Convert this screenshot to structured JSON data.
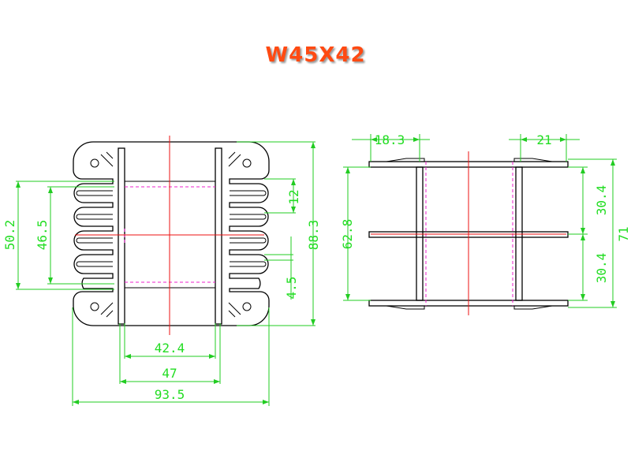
{
  "title": "W45X42",
  "front_view": {
    "dims": {
      "inner_width": "42.4",
      "outer_width": "47",
      "overall_width": "93.5",
      "fin_pitch": "12",
      "overall_height": "88.3",
      "gap": "4.5",
      "height_50": "50.2",
      "height_46": "46.5"
    }
  },
  "side_view": {
    "dims": {
      "left_offset": "18.3",
      "right_offset": "21",
      "upper_span": "30.4",
      "lower_span": "30.4",
      "inner_height": "62.8",
      "overall_height": "71"
    }
  },
  "colors": {
    "title": "#ff4a12",
    "dimension": "#22dd22",
    "centerline": "#ee1111",
    "hidden": "#ee22cc",
    "object": "#000000"
  }
}
